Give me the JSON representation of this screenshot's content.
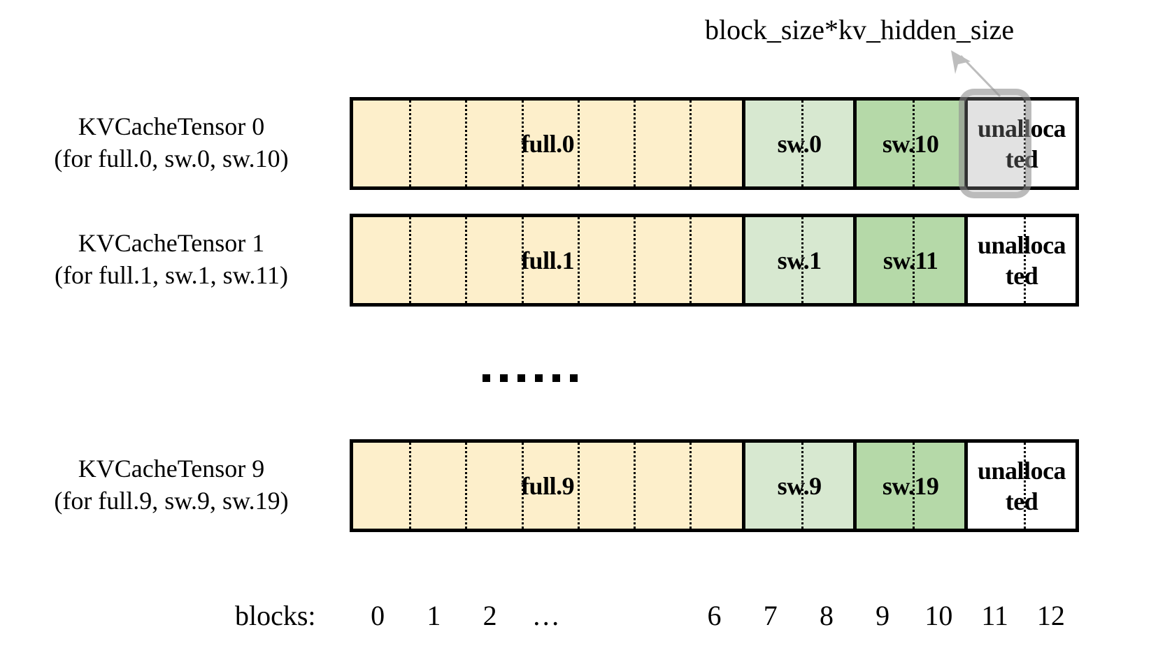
{
  "figure": {
    "callout": {
      "label": "block_size*kv_hidden_size",
      "arrow_icon": "arrow-up-right-icon",
      "points_to": "block 11 of KVCacheTensor 0"
    },
    "ellipsis": "……",
    "colors": {
      "full": "#fdefcb",
      "sw_light": "#d7e8d0",
      "sw_dark": "#b5d9a8",
      "unallocated": "#ffffff",
      "border": "#000000",
      "highlight": "#8c8c8c"
    },
    "axis": {
      "title": "blocks:",
      "ticks": [
        "0",
        "1",
        "2",
        "…",
        "6",
        "7",
        "8",
        "9",
        "10",
        "11",
        "12"
      ],
      "tick_block_index": [
        0,
        1,
        2,
        3,
        6,
        7,
        8,
        9,
        10,
        11,
        12
      ],
      "block_count": 13
    },
    "rows": [
      {
        "label_line1": "KVCacheTensor 0",
        "label_line2": "(for full.0, sw.0, sw.10)",
        "segments": [
          {
            "text": "full.0",
            "blocks": 7,
            "kind": "full"
          },
          {
            "text": "sw.0",
            "blocks": 2,
            "kind": "sw_light"
          },
          {
            "text": "sw.10",
            "blocks": 2,
            "kind": "sw_dark"
          },
          {
            "text": "unalloca\nted",
            "blocks": 2,
            "kind": "unallocated"
          }
        ],
        "highlighted_block": 11
      },
      {
        "label_line1": "KVCacheTensor 1",
        "label_line2": "(for full.1, sw.1, sw.11)",
        "segments": [
          {
            "text": "full.1",
            "blocks": 7,
            "kind": "full"
          },
          {
            "text": "sw.1",
            "blocks": 2,
            "kind": "sw_light"
          },
          {
            "text": "sw.11",
            "blocks": 2,
            "kind": "sw_dark"
          },
          {
            "text": "unalloca\nted",
            "blocks": 2,
            "kind": "unallocated"
          }
        ],
        "highlighted_block": null
      },
      {
        "label_line1": "KVCacheTensor 9",
        "label_line2": "(for full.9, sw.9, sw.19)",
        "segments": [
          {
            "text": "full.9",
            "blocks": 7,
            "kind": "full"
          },
          {
            "text": "sw.9",
            "blocks": 2,
            "kind": "sw_light"
          },
          {
            "text": "sw.19",
            "blocks": 2,
            "kind": "sw_dark"
          },
          {
            "text": "unalloca\nted",
            "blocks": 2,
            "kind": "unallocated"
          }
        ],
        "highlighted_block": null
      }
    ]
  }
}
